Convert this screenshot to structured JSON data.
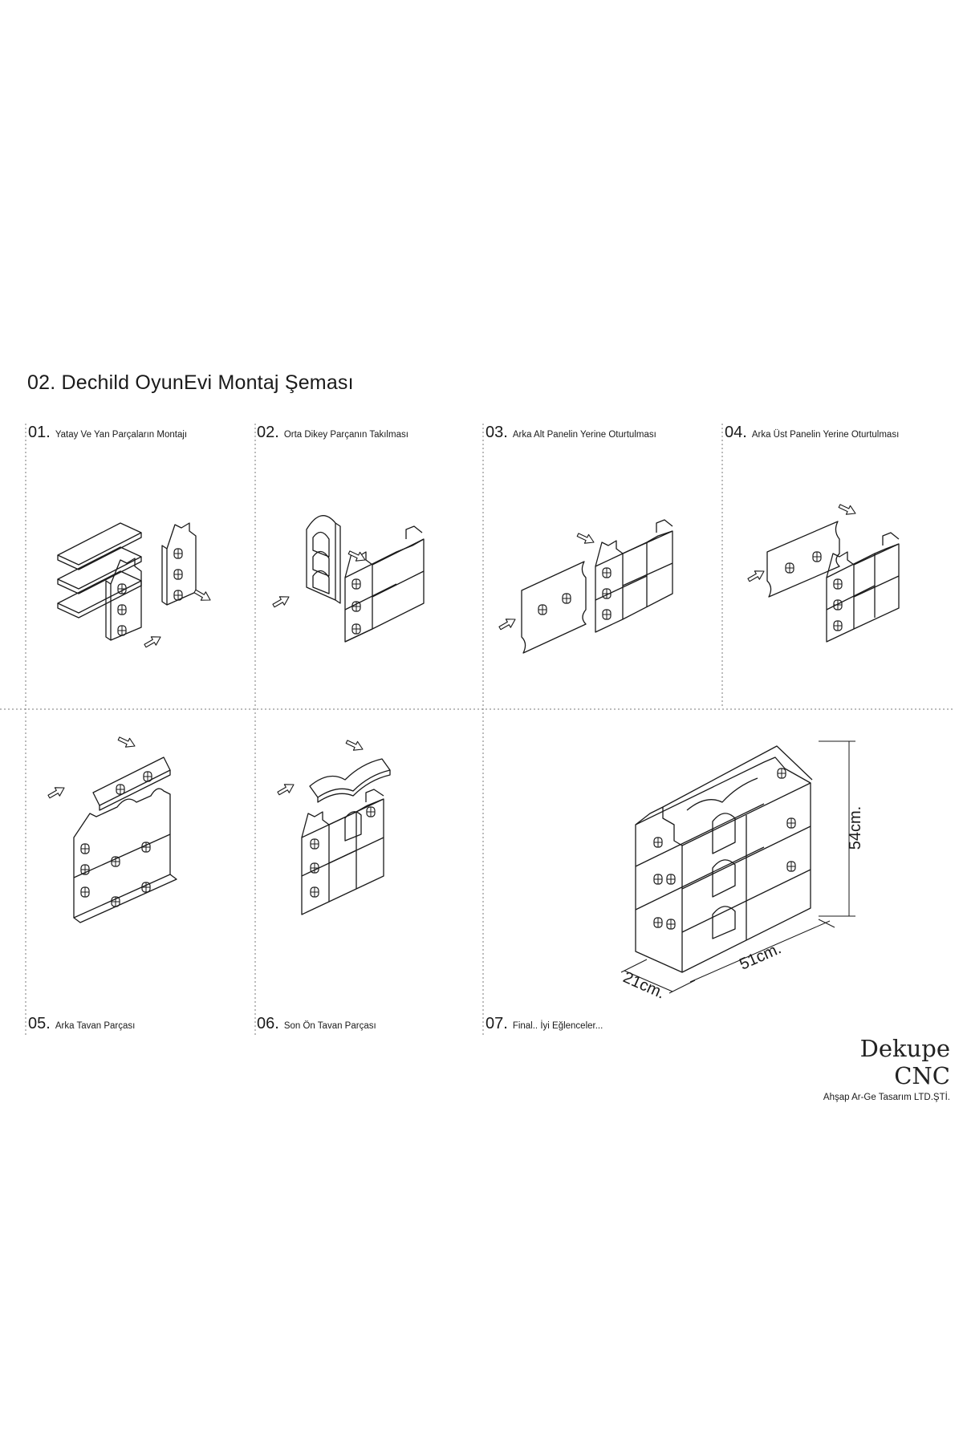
{
  "title": "02. Dechild OyunEvi Montaj Şeması",
  "steps": [
    {
      "num": "01.",
      "label": "Yatay Ve Yan Parçaların Montajı"
    },
    {
      "num": "02.",
      "label": "Orta Dikey Parçanın Takılması"
    },
    {
      "num": "03.",
      "label": "Arka Alt Panelin Yerine Oturtulması"
    },
    {
      "num": "04.",
      "label": "Arka Üst Panelin Yerine Oturtulması"
    },
    {
      "num": "05.",
      "label": "Arka Tavan Parçası"
    },
    {
      "num": "06.",
      "label": "Son Ön Tavan Parçası"
    },
    {
      "num": "07.",
      "label": "Final.. İyi Eğlenceler..."
    }
  ],
  "dimensions": {
    "height": "54cm.",
    "width": "51cm.",
    "depth": "21cm."
  },
  "brand": {
    "name": "Dekupe CNC",
    "subtitle": "Ahşap Ar-Ge Tasarım LTD.ŞTİ."
  },
  "colors": {
    "line": "#1a1a1a",
    "grid": "#7a7a7a",
    "background": "#ffffff"
  }
}
